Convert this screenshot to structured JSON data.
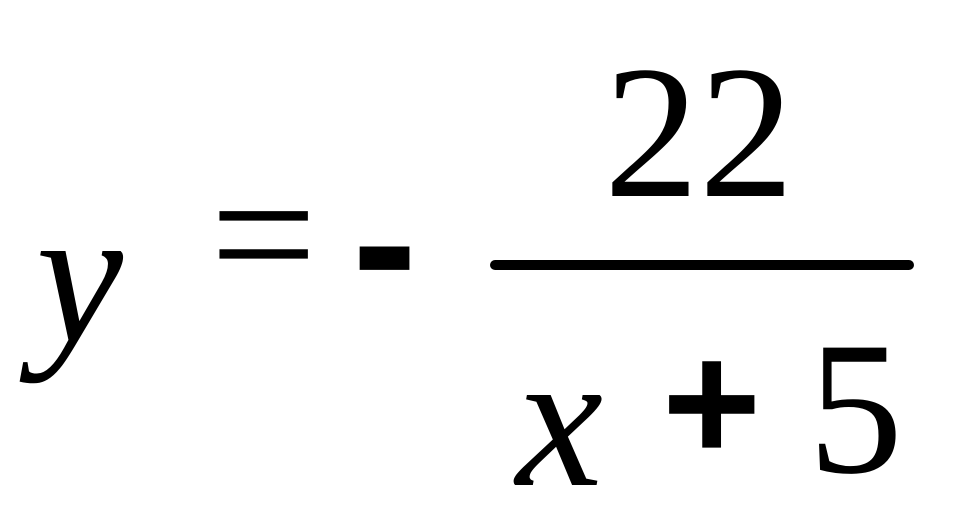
{
  "equation": {
    "lhs": "y",
    "equals": "=",
    "sign": "-",
    "numerator": "22",
    "denominator": {
      "variable": "x",
      "operator": "+",
      "constant": "5"
    }
  }
}
